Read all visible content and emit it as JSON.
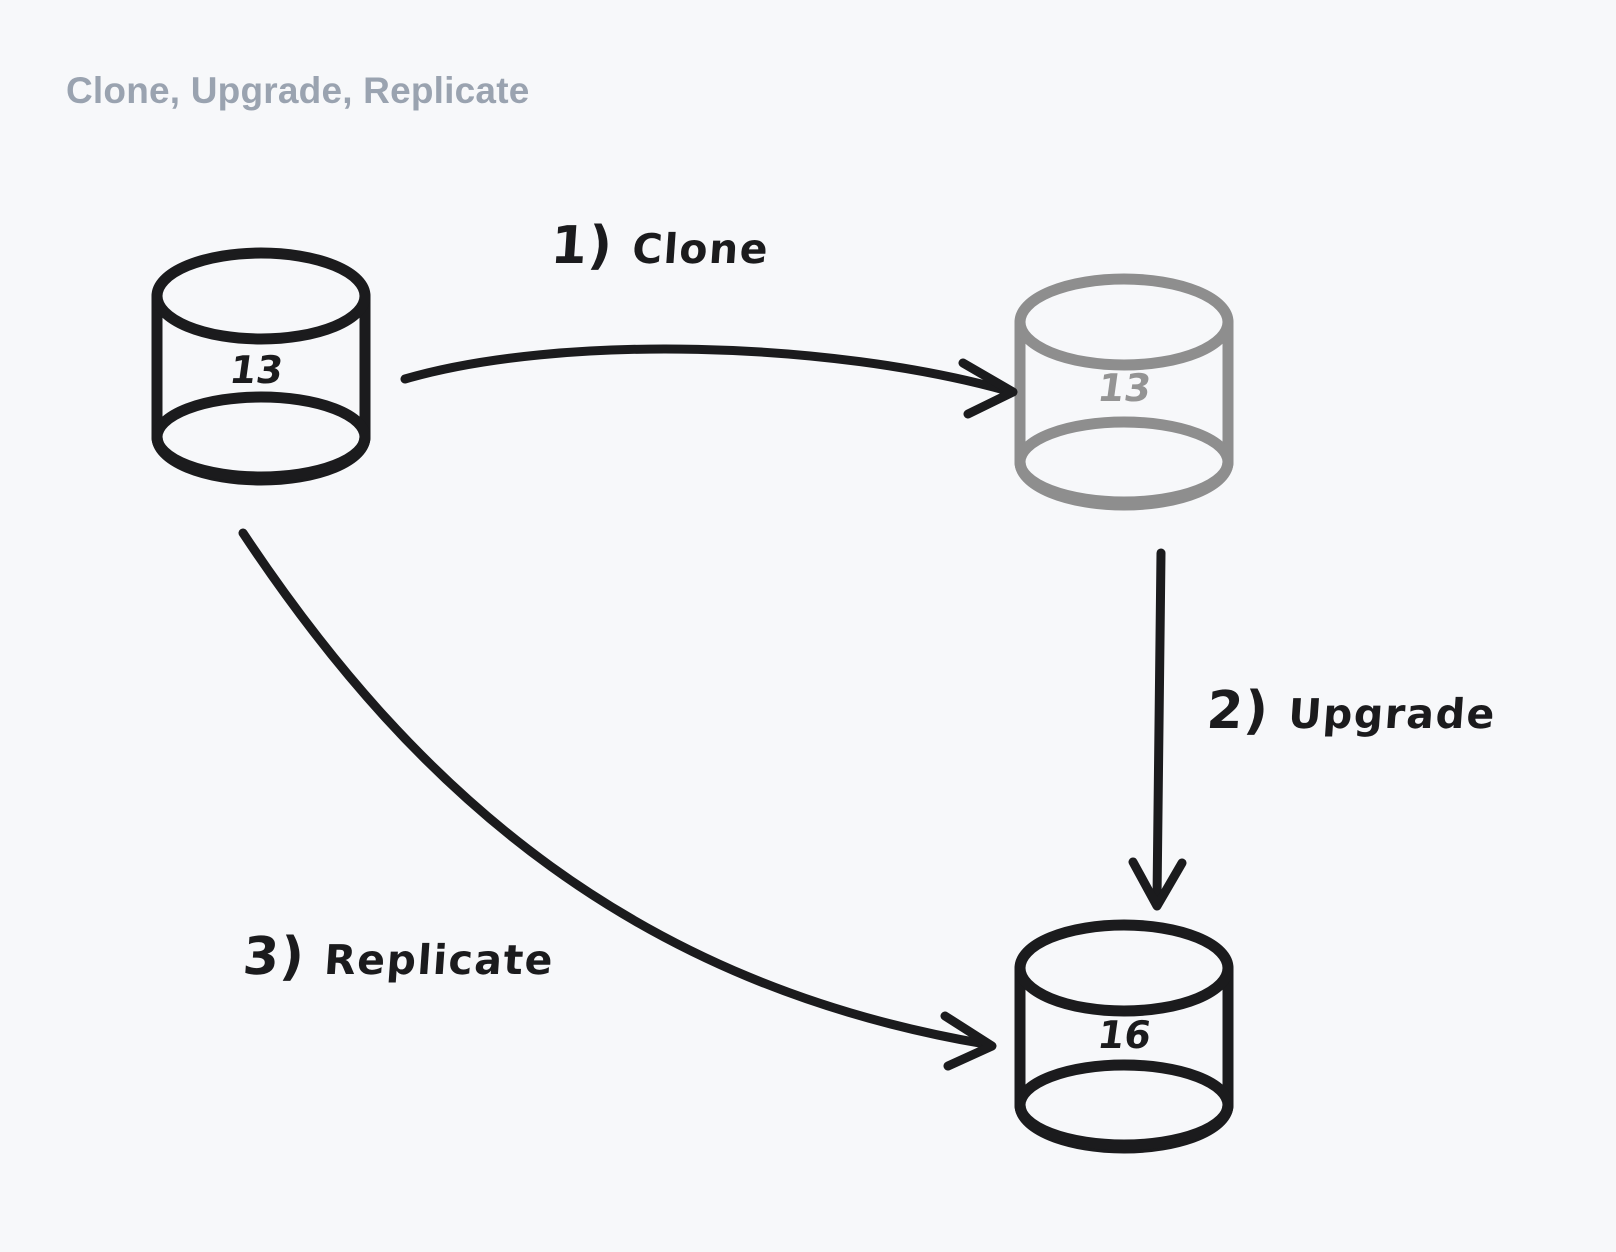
{
  "title": "Clone, Upgrade, Replicate",
  "colors": {
    "background": "#f7f8fa",
    "title": "#9aa3b0",
    "stroke_dark": "#1b1b1d",
    "stroke_muted": "#8e8e8e",
    "text_muted": "#949494"
  },
  "nodes": [
    {
      "id": "source-db",
      "icon": "database-cylinder-icon",
      "value": "13",
      "style": "solid-dark",
      "role": "source database version 13"
    },
    {
      "id": "clone-db",
      "icon": "database-cylinder-icon",
      "value": "13",
      "style": "muted-gray",
      "role": "cloned database version 13"
    },
    {
      "id": "upgraded-db",
      "icon": "database-cylinder-icon",
      "value": "16",
      "style": "solid-dark",
      "role": "upgraded database version 16"
    }
  ],
  "edges": [
    {
      "id": "clone-edge",
      "step": "1)",
      "label": "Clone",
      "from": "source-db",
      "to": "clone-db",
      "shape": "curved-arrow-right"
    },
    {
      "id": "upgrade-edge",
      "step": "2)",
      "label": "Upgrade",
      "from": "clone-db",
      "to": "upgraded-db",
      "shape": "straight-arrow-down"
    },
    {
      "id": "replicate-edge",
      "step": "3)",
      "label": "Replicate",
      "from": "source-db",
      "to": "upgraded-db",
      "shape": "curved-arrow-down-right"
    }
  ]
}
